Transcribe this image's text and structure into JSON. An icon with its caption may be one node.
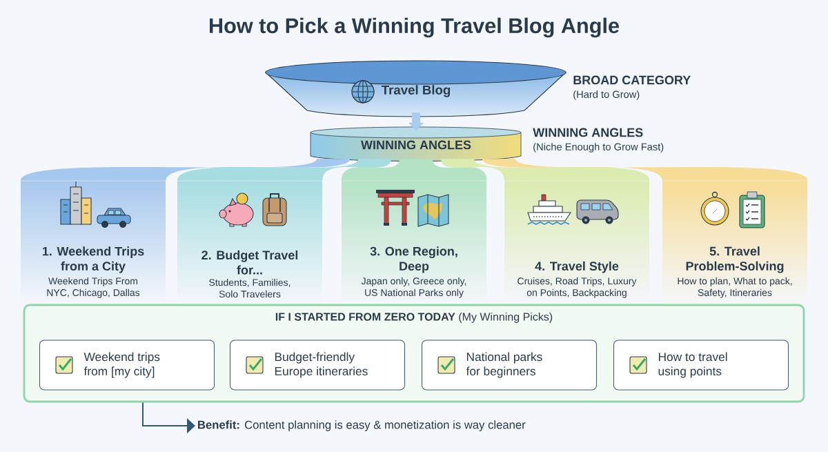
{
  "diagram": {
    "title": "How to Pick a Winning Travel Blog Angle",
    "nodes": [
      {
        "text": [
          "Travel Blog"
        ],
        "beside": [
          "BROAD CATEGORY",
          "(Hard to Grow)"
        ]
      },
      {
        "text": [
          "WINNING ANGLES"
        ],
        "beside": [
          "WINNING ANGLES",
          "(Niche Enough to Grow Fast)"
        ]
      },
      {
        "text": [
          "1. Weekend Trips from a City",
          "Weekend Trips From NYC, Chicago, Dallas"
        ]
      },
      {
        "text": [
          "2. Budget Travel for...",
          "Students, Families, Solo Travelers"
        ]
      },
      {
        "text": [
          "3. One Region, Deep",
          "Japan only, Greece only, US National Parks only"
        ]
      },
      {
        "text": [
          "4. Travel Style",
          "Cruises, Road Trips, Luxury on Points, Backpacking"
        ]
      },
      {
        "text": [
          "5. Travel Problem-Solving",
          "How to plan, What to pack, Safety, Itineraries"
        ]
      },
      {
        "text": [
          "**IF I STARTED FROM ZERO TODAY** (My Winning Picks)"
        ]
      },
      {
        "text": [
          "Weekend trips from [my city]"
        ],
        "in": 7
      },
      {
        "text": [
          "Budget-friendly Europe itineraries"
        ],
        "in": 7
      },
      {
        "text": [
          "National parks for beginners"
        ],
        "in": 7
      },
      {
        "text": [
          "How to travel using points"
        ],
        "in": 7
      },
      {
        "text": [
          "**Benefit:** Content planning is easy & monetization is way cleaner"
        ]
      }
    ],
    "edges": [
      {
        "from": 0,
        "to": 1,
        "arrow": "to",
        "style": "thick",
        "color": "#a9cdee"
      },
      {
        "from": 1,
        "to": 2,
        "arrow": "none",
        "color": "#a7c8ee"
      },
      {
        "from": 1,
        "to": 3,
        "arrow": "none",
        "color": "#a6dde0"
      },
      {
        "from": 1,
        "to": 4,
        "arrow": "none",
        "color": "#b3e2c4"
      },
      {
        "from": 1,
        "to": 5,
        "arrow": "none",
        "color": "#dcebb0"
      },
      {
        "from": 1,
        "to": 6,
        "arrow": "none",
        "color": "#f7dc95"
      },
      {
        "from": 7,
        "to": 12,
        "arrow": "to",
        "color": "#2f5a70"
      }
    ]
  }
}
